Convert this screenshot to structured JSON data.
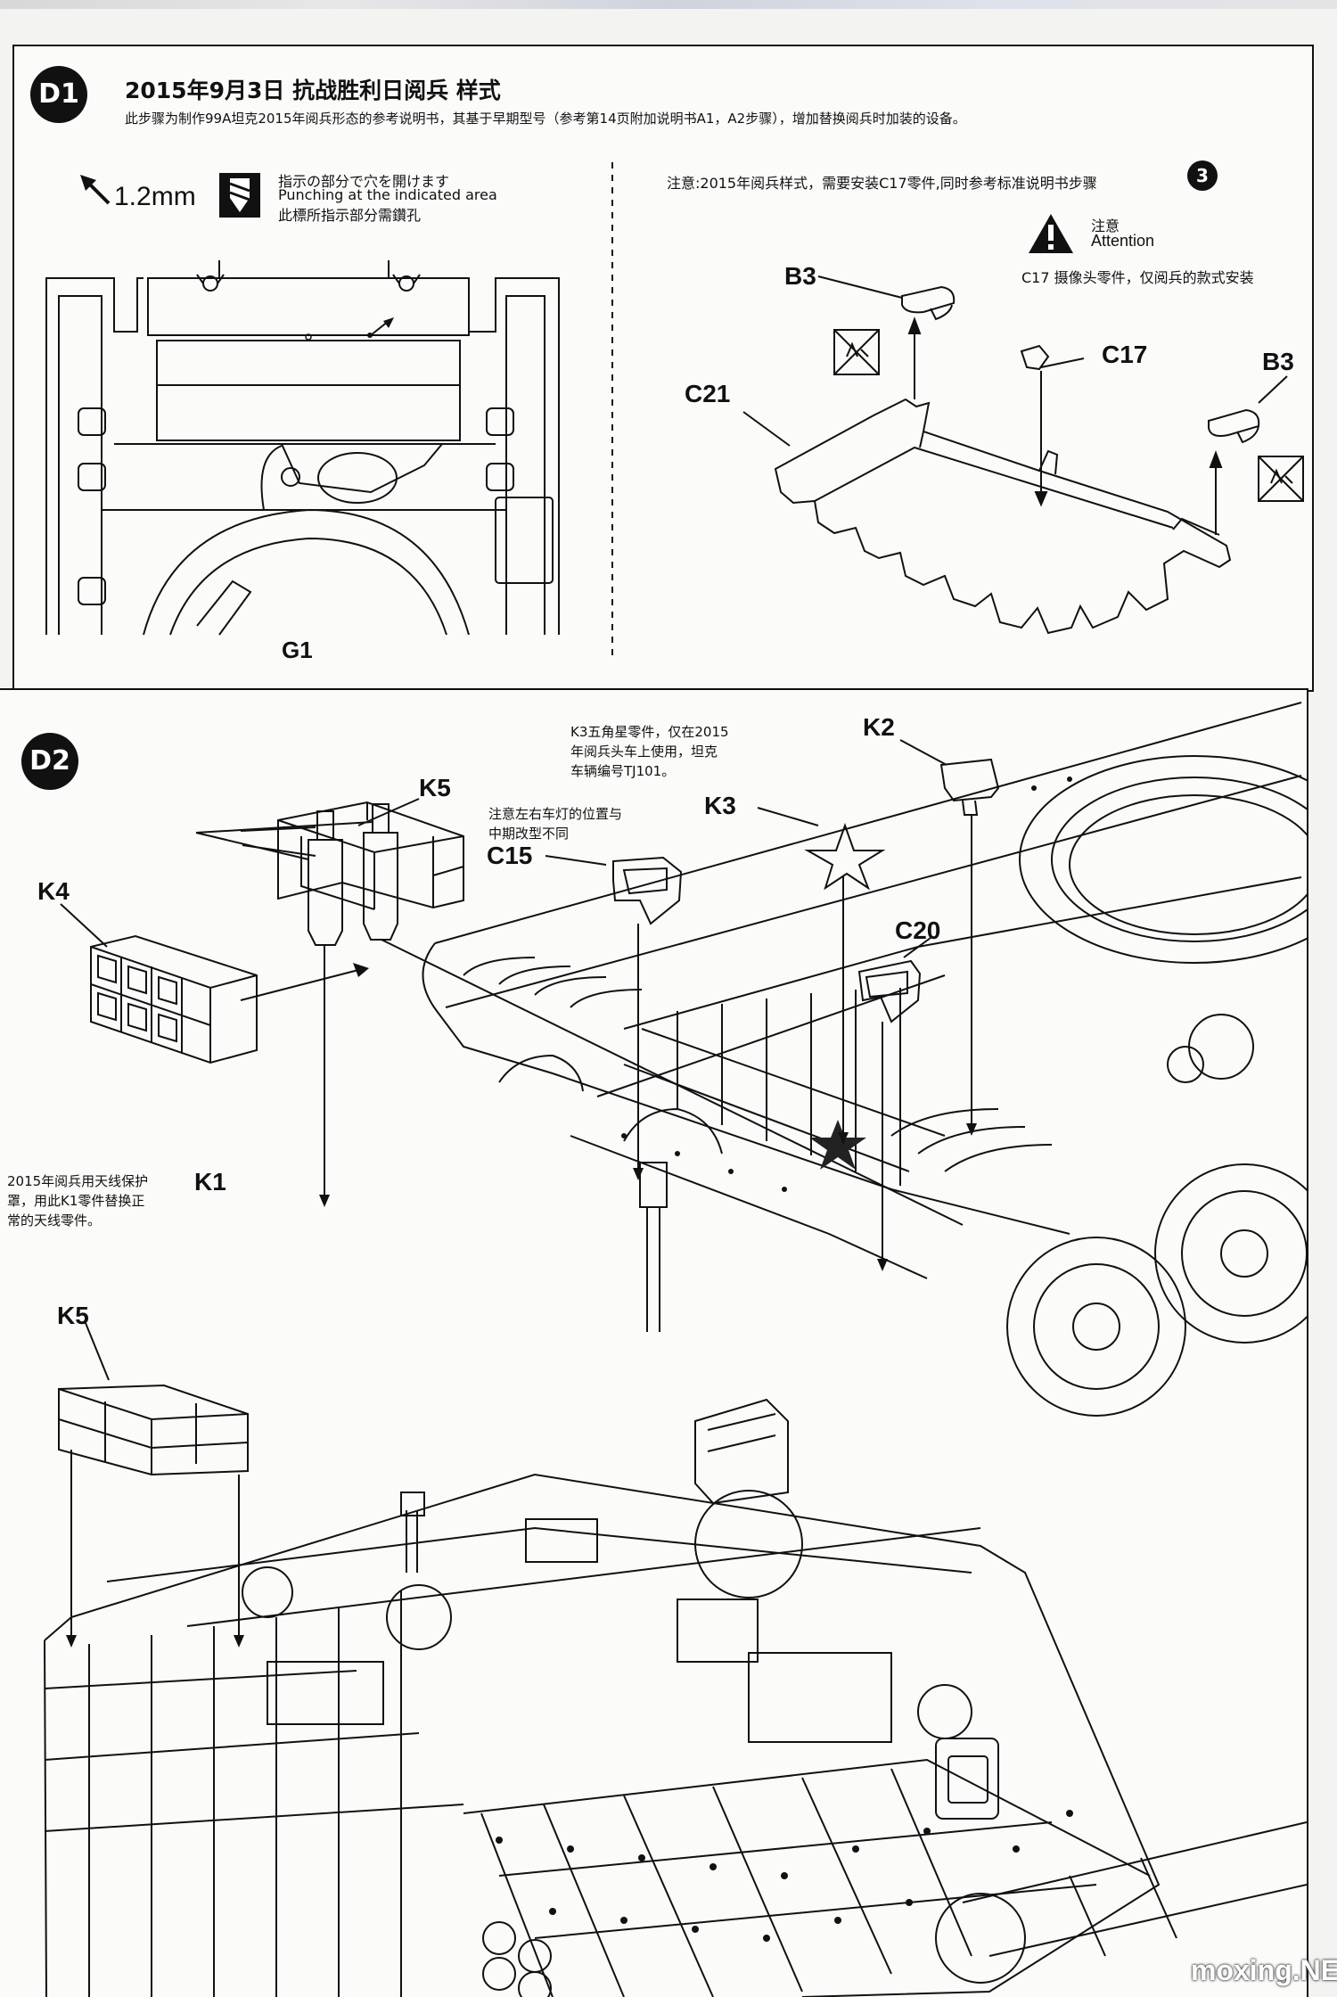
{
  "d1": {
    "badge": "D1",
    "title": "2015年9月3日 抗战胜利日阅兵 样式",
    "subtitle": "此步骤为制作99A坦克2015年阅兵形态的参考说明书，其基于早期型号（参考第14页附加说明书A1，A2步骤），增加替换阅兵时加装的设备。",
    "drill_size": "1.2mm",
    "punch_note_ja": "指示の部分で穴を開けます",
    "punch_note_en": "Punching at the indicated area",
    "punch_note_zh": "此標所指示部分需鑽孔",
    "part_g1": "G1",
    "note_right": "注意:2015年阅兵样式，需要安装C17零件,同时参考标准说明书步骤",
    "step_ref": "3",
    "attention_zh": "注意",
    "attention_en": "Attention",
    "c17_note": "C17 摄像头零件，仅阅兵的款式安装",
    "parts": {
      "b3_left": "B3",
      "b3_right": "B3",
      "c17": "C17",
      "c21": "C21"
    }
  },
  "d2": {
    "badge": "D2",
    "k3_note": [
      "K3五角星零件，仅在2015",
      "年阅兵头车上使用，坦克",
      "车辆编号TJ101。"
    ],
    "c15_note": [
      "注意左右车灯的位置与",
      "中期改型不同"
    ],
    "k1_note": [
      "2015年阅兵用天线保护",
      "罩，用此K1零件替换正",
      "常的天线零件。"
    ],
    "parts": {
      "k2": "K2",
      "k3": "K3",
      "k4": "K4",
      "k5_top": "K5",
      "k5_bottom": "K5",
      "c15": "C15",
      "c20": "C20",
      "k1": "K1"
    }
  },
  "watermark": "moxing.NET"
}
